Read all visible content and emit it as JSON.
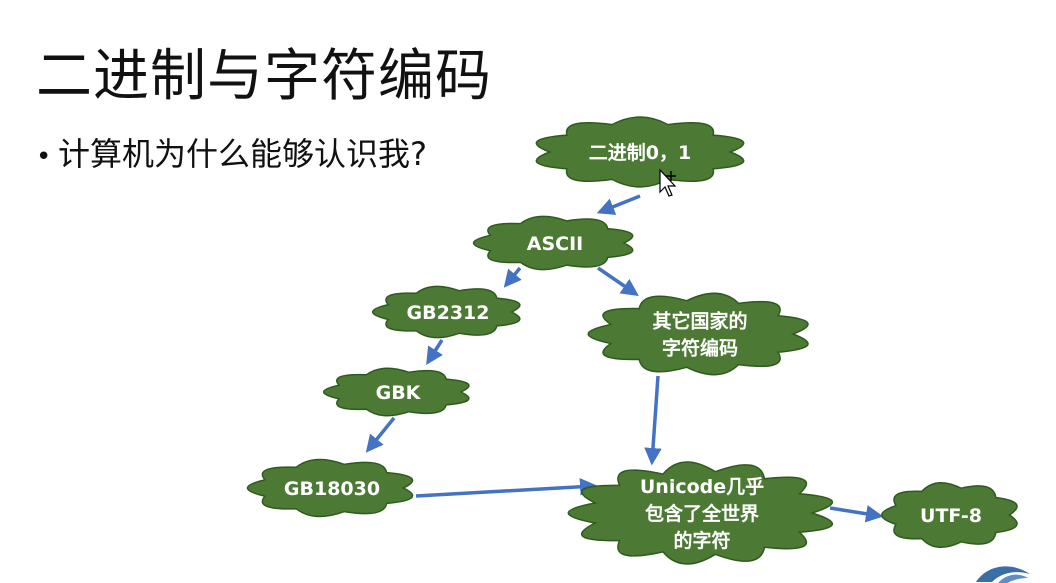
{
  "slide": {
    "title": "二进制与字符编码",
    "bullet": "计算机为什么能够认识我?"
  },
  "colors": {
    "cloud_fill": "#4c7a34",
    "cloud_stroke": "#2f5a1e",
    "arrow": "#4472c4",
    "label": "#ffffff",
    "text": "#111111"
  },
  "nodes": [
    {
      "id": "binary",
      "lines": [
        "二进制0，1"
      ]
    },
    {
      "id": "ascii",
      "lines": [
        "ASCII"
      ]
    },
    {
      "id": "gb2312",
      "lines": [
        "GB2312"
      ]
    },
    {
      "id": "other",
      "lines": [
        "其它国家的",
        "字符编码"
      ]
    },
    {
      "id": "gbk",
      "lines": [
        "GBK"
      ]
    },
    {
      "id": "gb18030",
      "lines": [
        "GB18030"
      ]
    },
    {
      "id": "unicode",
      "lines": [
        "Unicode几乎",
        "包含了全世界",
        "的字符"
      ]
    },
    {
      "id": "utf8",
      "lines": [
        "UTF-8"
      ]
    }
  ],
  "edges": [
    {
      "from": "binary",
      "to": "ascii"
    },
    {
      "from": "ascii",
      "to": "gb2312"
    },
    {
      "from": "ascii",
      "to": "other"
    },
    {
      "from": "gb2312",
      "to": "gbk"
    },
    {
      "from": "gbk",
      "to": "gb18030"
    },
    {
      "from": "gb18030",
      "to": "unicode"
    },
    {
      "from": "other",
      "to": "unicode"
    },
    {
      "from": "unicode",
      "to": "utf8"
    }
  ]
}
